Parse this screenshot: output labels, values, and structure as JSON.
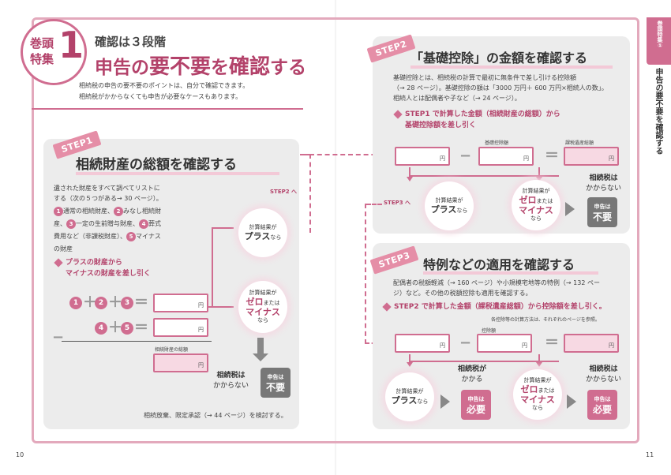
{
  "page_left": {
    "number": "10"
  },
  "page_right": {
    "number": "11"
  },
  "header": {
    "badge_top": "巻頭",
    "badge_bottom": "特集",
    "badge_number": "1",
    "kicker": "確認は３段階",
    "title_a": "申告の",
    "title_b": "要不要",
    "title_c": "を",
    "title_d": "確認",
    "title_e": "する",
    "lead1": "相続税の申告の要不要のポイントは、自分で確認できます。",
    "lead2": "相続税がかからなくても申告が必要なケースもあります。"
  },
  "sidetab": {
    "label": "巻頭特集①",
    "title": "申告の要不要を確認する"
  },
  "step1": {
    "ribbon": "STEP1",
    "title": "相続財産の総額を確認する",
    "text1": "遺された財産をすべて調べてリストに",
    "text2": "する（次の５つがある→ 30 ページ）。",
    "item1": "通常の相続財産、",
    "item2": "みなし相続財",
    "item2b": "産、",
    "item3": "一定の生前贈与財産、",
    "item4": "葬式",
    "item4b": "費用など（非課税財産）、",
    "item5": "マイナス",
    "item5b": "の財産",
    "sub1": "プラスの財産から",
    "sub2": "マイナスの財産を差し引く",
    "n1": "1",
    "n2": "2",
    "n3": "3",
    "n4": "4",
    "n5": "5",
    "plus": "＋",
    "eq": "＝",
    "minus": "−",
    "yen": "円",
    "total_label": "相続財産の総額",
    "step2_link": "STEP2 へ",
    "bub1_a": "計算結果が",
    "bub1_b": "プラス",
    "bub1_c": "なら",
    "bub2_a": "計算結果が",
    "bub2_b": "ゼロ",
    "bub2_c": "または",
    "bub2_d": "マイナス",
    "bub2_e": "なら",
    "notax1": "相続税は",
    "notax2": "かからない",
    "gray_top": "申告は",
    "gray_bottom": "不要",
    "footnote": "相続放棄、限定承認（→ 44 ページ）を検討する。"
  },
  "step2": {
    "ribbon": "STEP2",
    "title": "「基礎控除」の金額を確認する",
    "text1": "基礎控除とは、相続税の計算で最初に無条件で差し引ける控除額",
    "text2": "（→ 28 ページ）。基礎控除の額は「3000 万円＋ 600 万円×相続人の数」。",
    "text3": "相続人とは配偶者や子など（→ 24 ページ）。",
    "sub1": "STEP1 で計算した金額（相続財産の総額）から",
    "sub2": "基礎控除額を差し引く",
    "lbl_kiso": "基礎控除額",
    "lbl_kazei": "課税遺産総額",
    "yen": "円",
    "minus": "−",
    "eq": "＝",
    "bub1_a": "計算結果が",
    "bub1_b": "プラス",
    "bub1_c": "なら",
    "bub2_a": "計算結果が",
    "bub2_b": "ゼロ",
    "bub2_c": "または",
    "bub2_d": "マイナス",
    "bub2_e": "なら",
    "notax1": "相続税は",
    "notax2": "かからない",
    "gray_top": "申告は",
    "gray_bottom": "不要",
    "step3_link": "STEP3 へ"
  },
  "step3": {
    "ribbon": "STEP3",
    "title": "特例などの適用を確認する",
    "text1": "配偶者の税額軽減（→ 160 ページ）や小規模宅地等の特例（→ 132 ペー",
    "text2": "ジ）など。その他の税額控除も適用を確認する。",
    "sub1": "STEP2 で計算した金額（課税遺産総額）から控除額を差し引く。",
    "note": "各控除等の計算方法は、それぞれのページを参照。",
    "lbl_kojo": "控除額",
    "yen": "円",
    "minus": "−",
    "eq": "＝",
    "bub1_a": "計算結果が",
    "bub1_b": "プラス",
    "bub1_c": "なら",
    "bub2_a": "計算結果が",
    "bub2_b": "ゼロ",
    "bub2_c": "または",
    "bub2_d": "マイナス",
    "bub2_e": "なら",
    "tax1": "相続税が",
    "tax2": "かかる",
    "notax1": "相続税は",
    "notax2": "かからない",
    "pink_top": "申告は",
    "pink_bottom": "必要"
  },
  "colors": {
    "accent": "#d06d90",
    "accent_dark": "#b3426a",
    "card": "#ececec"
  }
}
